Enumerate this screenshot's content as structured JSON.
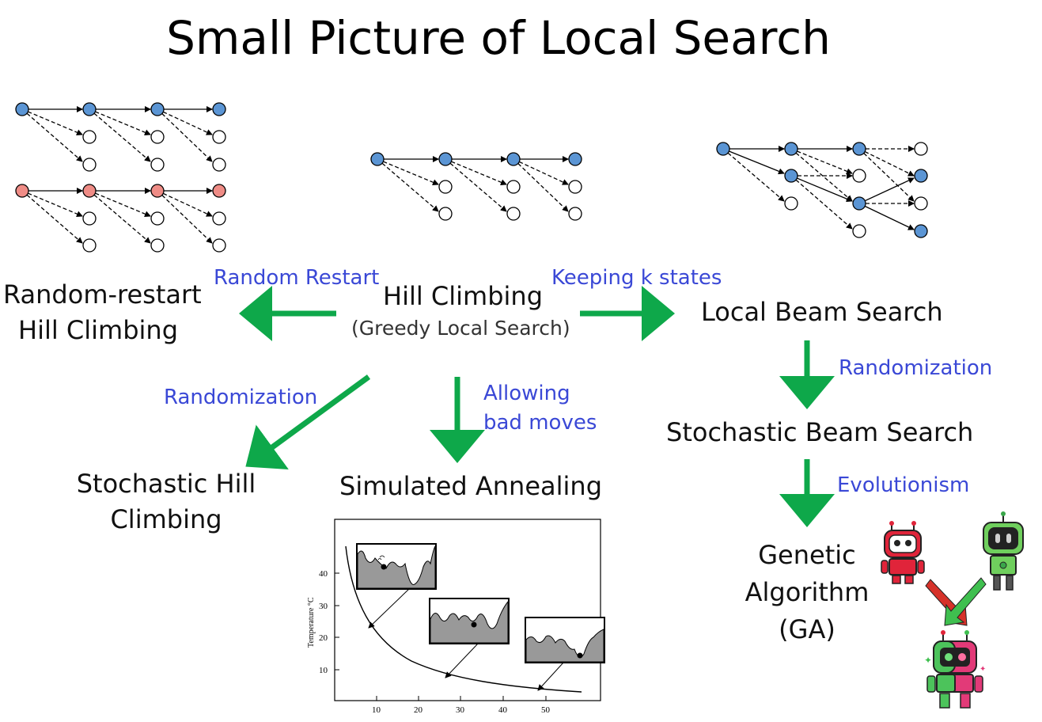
{
  "title": "Small Picture of Local Search",
  "nodes": {
    "hill_climbing": "Hill Climbing",
    "hill_climbing_sub": "(Greedy Local Search)",
    "random_restart_l1": "Random-restart",
    "random_restart_l2": "Hill Climbing",
    "local_beam": "Local Beam Search",
    "stochastic_hill_l1": "Stochastic Hill",
    "stochastic_hill_l2": "Climbing",
    "simulated_annealing": "Simulated Annealing",
    "stochastic_beam": "Stochastic Beam Search",
    "genetic_l1": "Genetic",
    "genetic_l2": "Algorithm",
    "genetic_l3": "(GA)"
  },
  "edges": {
    "random_restart": "Random Restart",
    "keeping_k": "Keeping k states",
    "randomization_left": "Randomization",
    "allowing_l1": "Allowing",
    "allowing_l2": "bad moves",
    "randomization_right": "Randomization",
    "evolutionism": "Evolutionism"
  },
  "chart_data": {
    "type": "line",
    "ylabel": "Temperature °C",
    "x_ticks": [
      "10",
      "20",
      "30",
      "40",
      "50"
    ],
    "y_ticks": [
      "10",
      "20",
      "30",
      "40"
    ]
  },
  "colors": {
    "arrow": "#0ea84a",
    "blue_node": "#5b95d4",
    "red_node": "#ef8c86",
    "label_blue": "#3a48d6"
  }
}
